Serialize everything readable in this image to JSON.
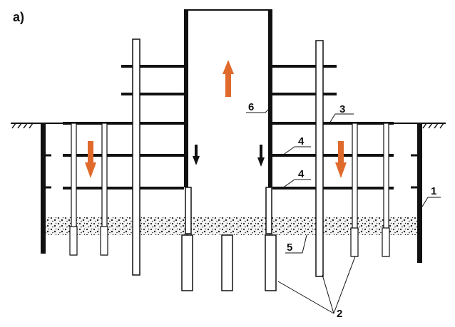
{
  "figure": {
    "panel_label": "a)"
  },
  "labels": {
    "l1": "1",
    "l2": "2",
    "l3": "3",
    "l4a": "4",
    "l4b": "4",
    "l5": "5",
    "l6": "6"
  },
  "colors": {
    "structure": "#111111",
    "arrow_up_down_orange": "#e06a2c",
    "arrow_black": "#111111",
    "soil_fill": "#f2f2f2"
  },
  "icons": {
    "ground_hatch": "ground-hatch-icon",
    "arrow_orange": "orange-arrow-icon",
    "arrow_black": "black-arrow-icon"
  }
}
